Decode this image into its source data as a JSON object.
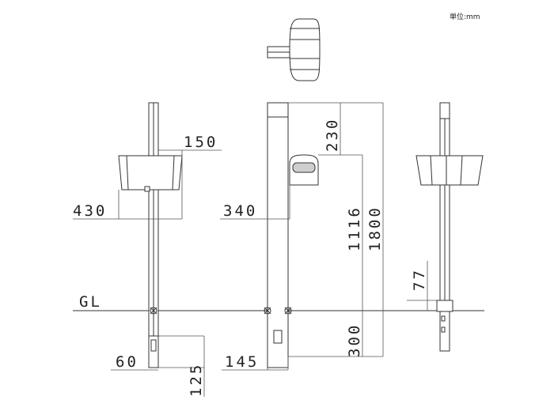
{
  "unit_label": "単位:mm",
  "ground_label": "GL",
  "dimensions": {
    "width_150": "150",
    "height_430": "430",
    "width_60": "60",
    "depth_125": "125",
    "dim_230": "230",
    "dim_340": "340",
    "dim_1116": "1116",
    "dim_1800": "1800",
    "dim_300": "300",
    "dim_145": "145",
    "dim_77": "77"
  }
}
